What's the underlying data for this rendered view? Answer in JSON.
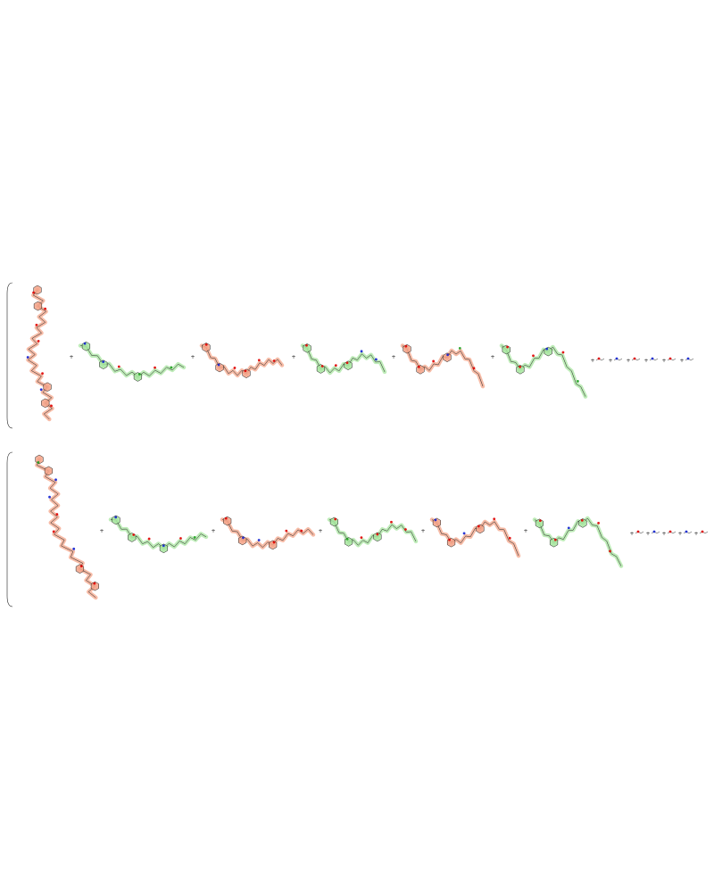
{
  "colors": {
    "background": "#ffffff",
    "bond": "#222222",
    "oxygen": "#e00000",
    "nitrogen": "#1020d0",
    "halogen": "#20a020",
    "highlight_salmon": "#f4a58a",
    "highlight_green": "#a8e6a0",
    "highlight_blue": "#9ab4f0",
    "highlight_pink": "#f5a0b4"
  },
  "reactions": [
    {
      "name": "reaction-1",
      "reactant": {
        "highlight": "salmon",
        "label": ""
      },
      "products": [
        {
          "highlight": "green",
          "label": ""
        },
        {
          "highlight": "salmon",
          "label": ""
        },
        {
          "highlight": "green",
          "label": ""
        },
        {
          "highlight": "salmon",
          "label": ""
        },
        {
          "highlight": "green",
          "label": ""
        }
      ],
      "fragments": [
        {
          "label": ""
        },
        {
          "label": ""
        },
        {
          "label": ""
        },
        {
          "label": ""
        },
        {
          "label": ""
        },
        {
          "label": ""
        }
      ]
    },
    {
      "name": "reaction-2",
      "reactant": {
        "highlight": "salmon",
        "label": ""
      },
      "products": [
        {
          "highlight": "green",
          "label": ""
        },
        {
          "highlight": "salmon",
          "label": ""
        },
        {
          "highlight": "green",
          "label": ""
        },
        {
          "highlight": "salmon",
          "label": ""
        },
        {
          "highlight": "green",
          "label": ""
        }
      ],
      "fragments": [
        {
          "label": ""
        },
        {
          "label": ""
        },
        {
          "label": ""
        },
        {
          "label": ""
        },
        {
          "label": ""
        }
      ]
    }
  ],
  "plus_sign": "+"
}
